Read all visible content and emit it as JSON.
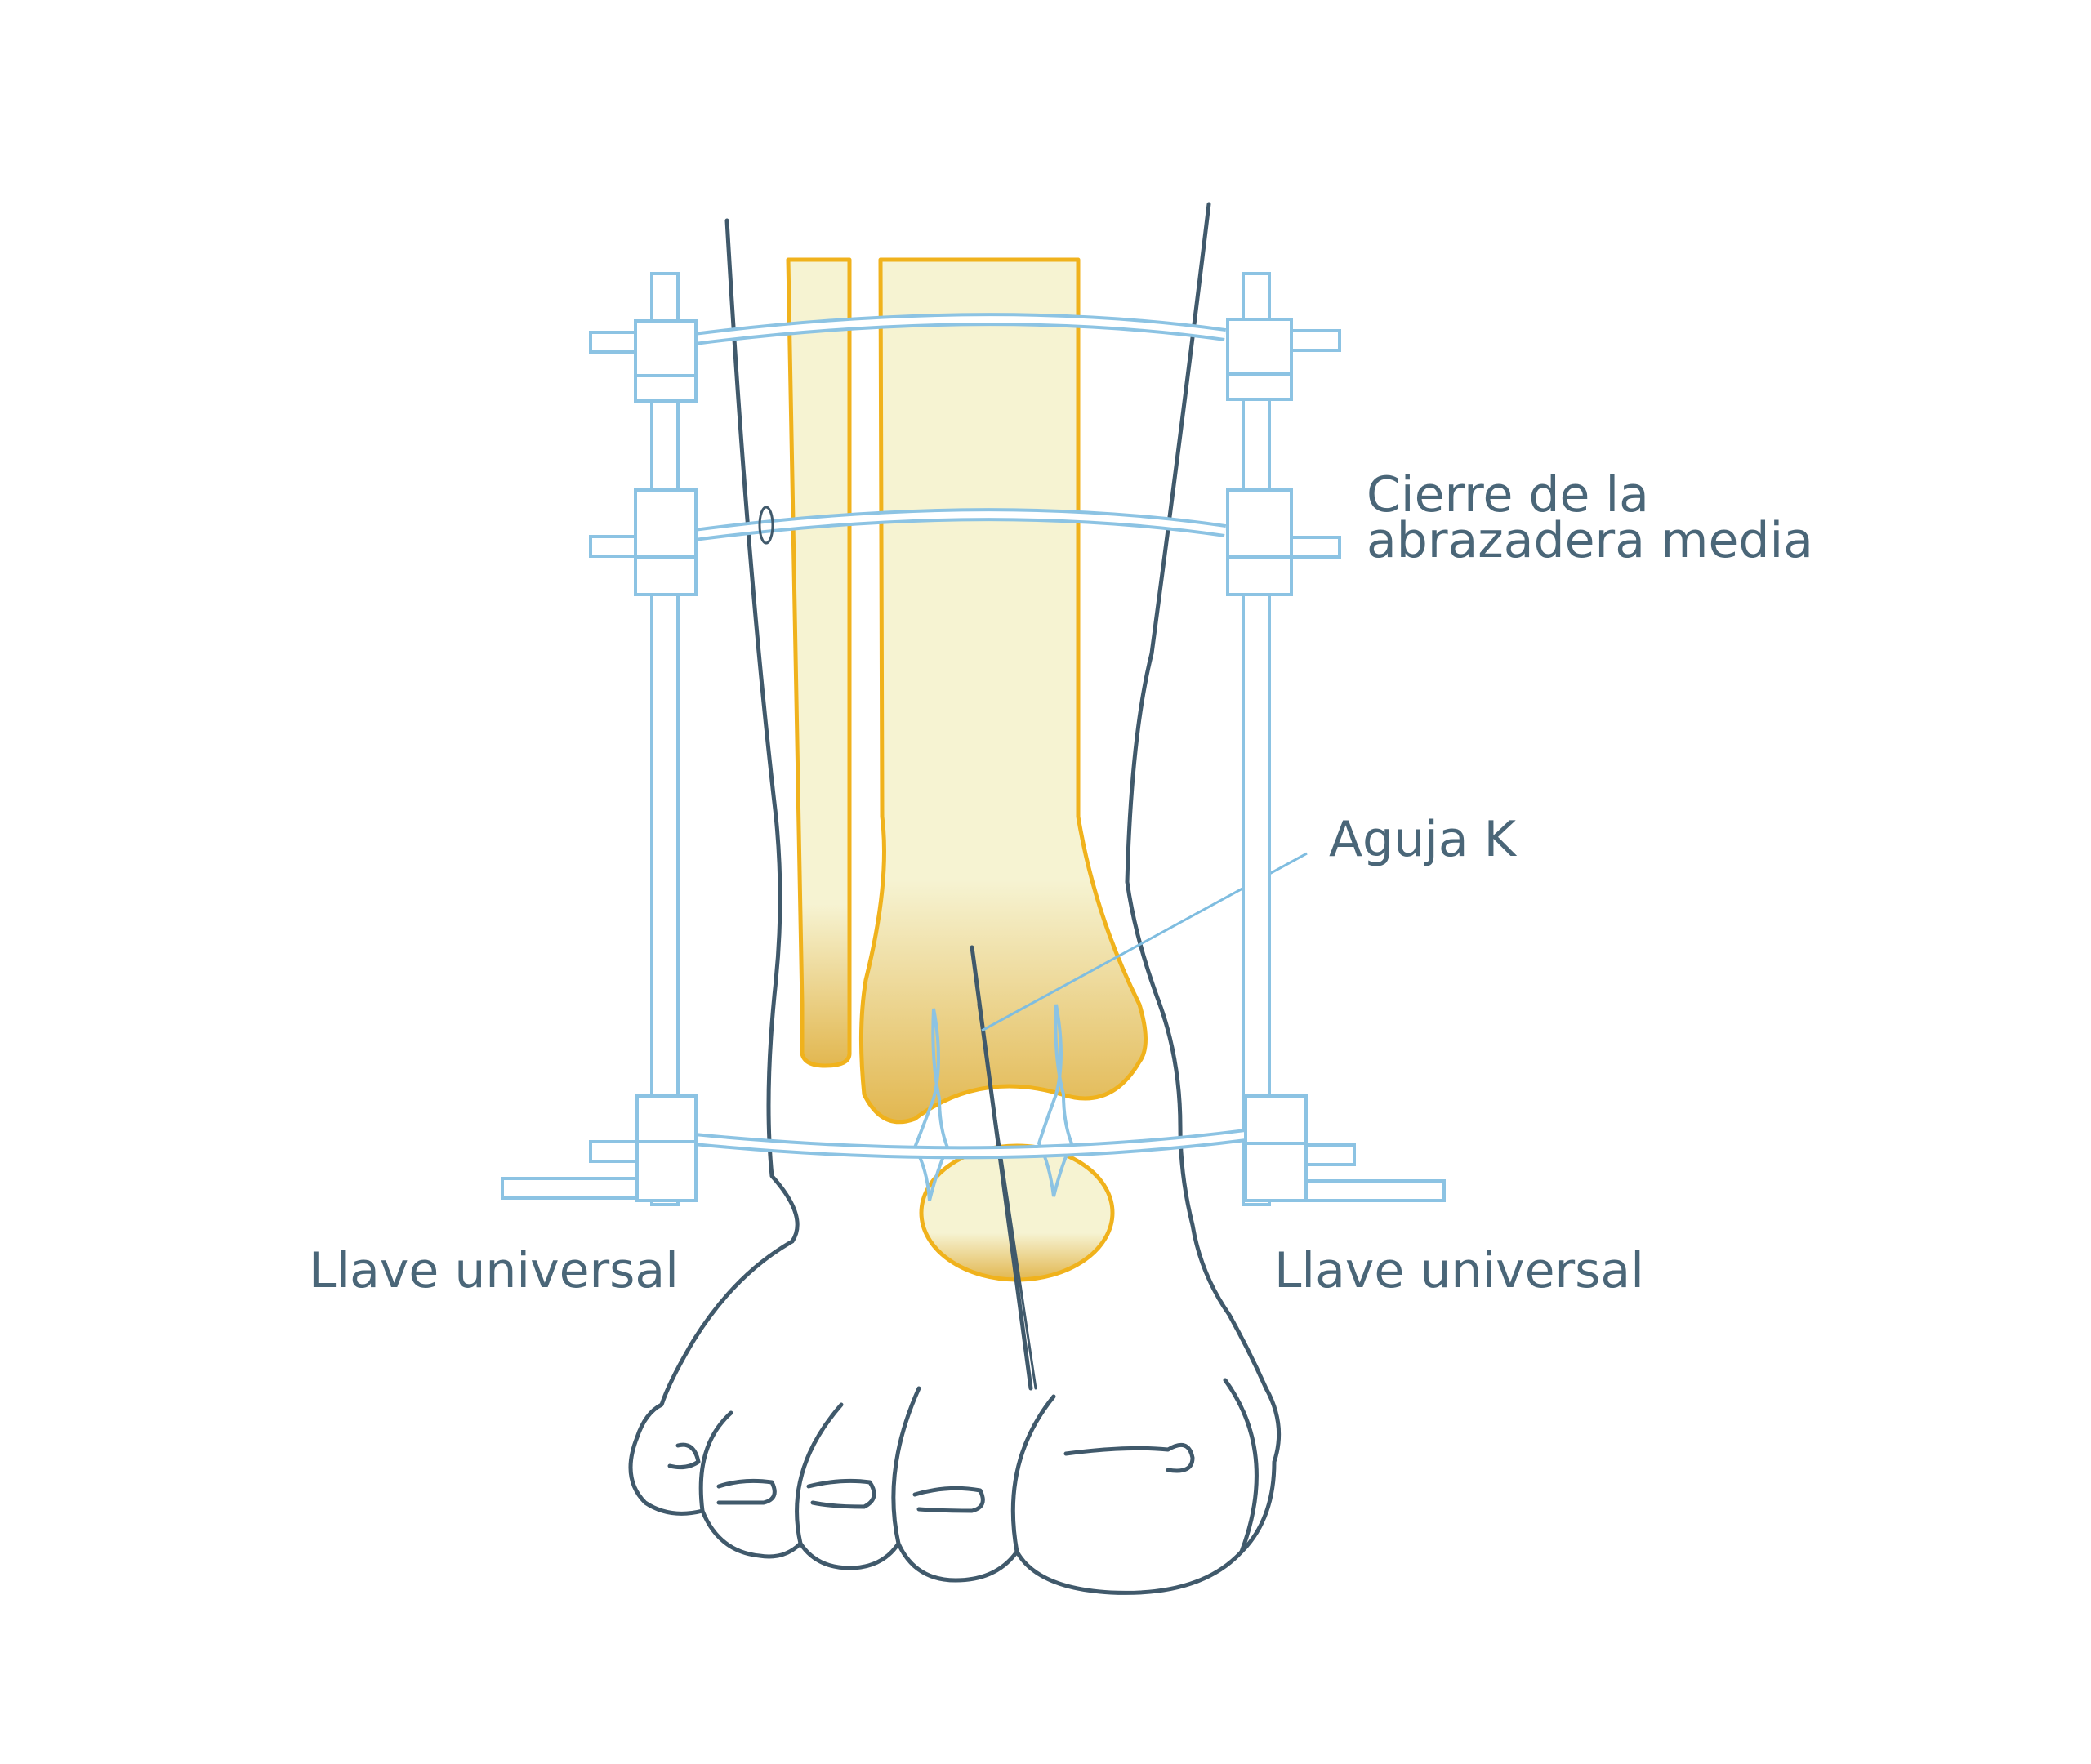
{
  "labels": {
    "clamp_line1": "Cierre de la",
    "clamp_line2": "abrazadera media",
    "kwire": "Aguja K",
    "key_left": "Llave universal",
    "key_right": "Llave universal"
  },
  "colors": {
    "frame": "#8cc3e3",
    "frame_fill": "#ffffff",
    "bone_outline": "#f0b21c",
    "bone_fill_light": "#f6f3d2",
    "bone_fill_dark": "#e2b750",
    "skin": "#40596b",
    "label": "#4a6678",
    "leader": "#7fbde0"
  }
}
